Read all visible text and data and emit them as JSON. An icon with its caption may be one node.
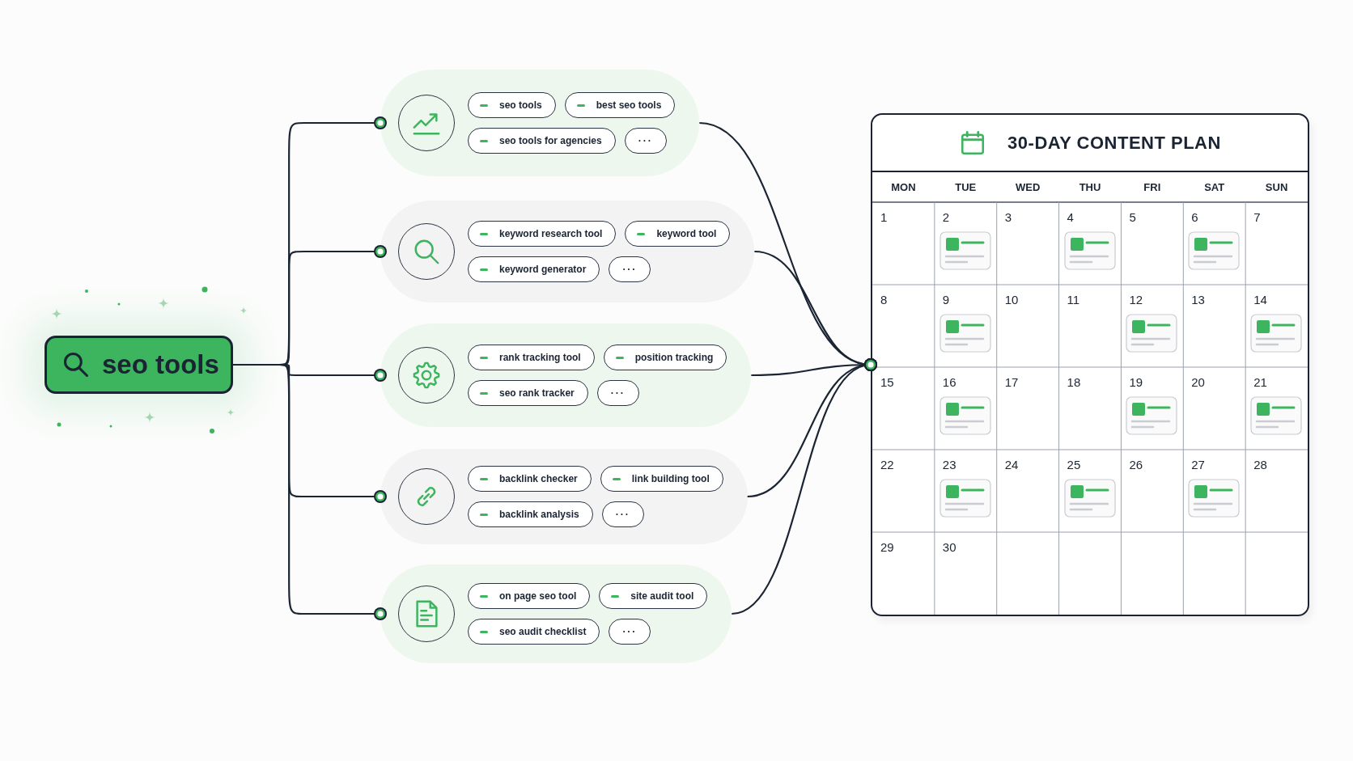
{
  "diagram": {
    "nodes": [
      {
        "text": [
          "seo tools"
        ]
      },
      {
        "text": [],
        "shape": "box"
      },
      {
        "text": [
          "seo tools"
        ],
        "in": 1
      },
      {
        "text": [
          "best seo tools"
        ],
        "in": 1
      },
      {
        "text": [
          "seo tools for agencies"
        ],
        "in": 1
      },
      {
        "text": [
          "···"
        ],
        "in": 1
      },
      {
        "text": [],
        "shape": "box"
      },
      {
        "text": [
          "keyword research tool"
        ],
        "in": 6
      },
      {
        "text": [
          "keyword tool"
        ],
        "in": 6
      },
      {
        "text": [
          "keyword generator"
        ],
        "in": 6
      },
      {
        "text": [
          "···"
        ],
        "in": 6
      },
      {
        "text": [],
        "shape": "box"
      },
      {
        "text": [
          "rank tracking tool"
        ],
        "in": 11
      },
      {
        "text": [
          "position tracking"
        ],
        "in": 11
      },
      {
        "text": [
          "seo rank tracker"
        ],
        "in": 11
      },
      {
        "text": [
          "···"
        ],
        "in": 11
      },
      {
        "text": [],
        "shape": "box"
      },
      {
        "text": [
          "backlink checker"
        ],
        "in": 16
      },
      {
        "text": [
          "link building tool"
        ],
        "in": 16
      },
      {
        "text": [
          "backlink analysis"
        ],
        "in": 16
      },
      {
        "text": [
          "···"
        ],
        "in": 16
      },
      {
        "text": [],
        "shape": "box"
      },
      {
        "text": [
          "on page seo tool"
        ],
        "in": 21
      },
      {
        "text": [
          "site audit tool"
        ],
        "in": 21
      },
      {
        "text": [
          "seo audit checklist"
        ],
        "in": 21
      },
      {
        "text": [
          "···"
        ],
        "in": 21
      },
      {
        "text": [
          "30-DAY CONTENT PLAN"
        ]
      }
    ],
    "edges": [
      {
        "from": 0,
        "to": 1,
        "arrow": "other"
      },
      {
        "from": 0,
        "to": 6,
        "arrow": "other"
      },
      {
        "from": 0,
        "to": 11,
        "arrow": "other"
      },
      {
        "from": 0,
        "to": 16,
        "arrow": "other"
      },
      {
        "from": 0,
        "to": 21,
        "arrow": "other"
      },
      {
        "from": 1,
        "to": 26,
        "arrow": "other"
      },
      {
        "from": 6,
        "to": 26,
        "arrow": "other"
      },
      {
        "from": 11,
        "to": 26,
        "arrow": "other"
      },
      {
        "from": 16,
        "to": 26,
        "arrow": "other"
      },
      {
        "from": 21,
        "to": 26,
        "arrow": "other"
      }
    ],
    "labels": [
      "MON",
      "TUE",
      "WED",
      "THU",
      "FRI",
      "SAT",
      "SUN",
      "1",
      "2",
      "3",
      "4",
      "5",
      "6",
      "7",
      "8",
      "9",
      "10",
      "11",
      "12",
      "13",
      "14",
      "15",
      "16",
      "17",
      "18",
      "19",
      "20",
      "21",
      "22",
      "23",
      "24",
      "25",
      "26",
      "27",
      "28",
      "29",
      "30"
    ]
  }
}
